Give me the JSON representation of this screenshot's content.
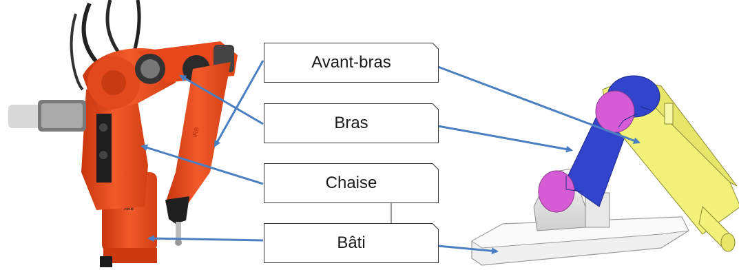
{
  "labels": {
    "forearm": "Avant-bras",
    "arm": "Bras",
    "chair": "Chaise",
    "base": "Bâti"
  },
  "colors": {
    "arrow": "#4a7fc1",
    "robot_orange": "#e8471c",
    "cad_yellow": "#f2f27a",
    "cad_blue": "#3344cc",
    "cad_magenta": "#d65cd6",
    "cad_grey": "#e6e6e6"
  },
  "icons": {
    "left_image": "photo-abb-industrial-robot",
    "right_image": "cad-kinematic-model"
  }
}
